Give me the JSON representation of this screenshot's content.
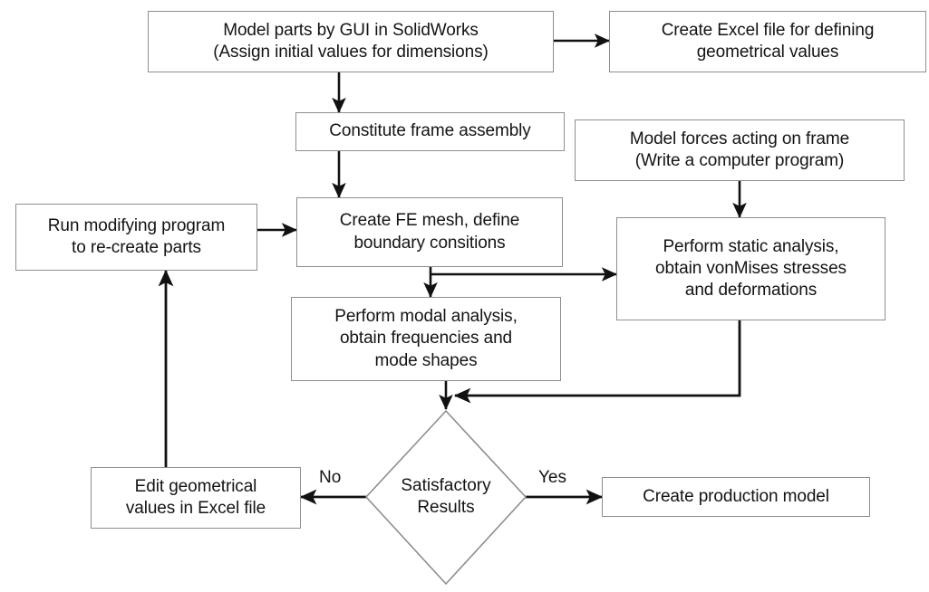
{
  "diagram": {
    "title": "FEA design iteration flowchart",
    "colors": {
      "box_border": "#8e8e8e",
      "wire": "#111111",
      "diamond_border": "#8e8e8e",
      "text": "#141414",
      "background": "#ffffff"
    },
    "nodes": [
      {
        "id": "model-parts",
        "label": "Model parts by GUI in SolidWorks\n(Assign initial values for dimensions)",
        "shape": "rect"
      },
      {
        "id": "create-excel",
        "label": "Create Excel file for defining\ngeometrical values",
        "shape": "rect"
      },
      {
        "id": "constitute-frame",
        "label": "Constitute frame  assembly",
        "shape": "rect"
      },
      {
        "id": "model-forces",
        "label": "Model forces acting on frame\n(Write a computer program)",
        "shape": "rect"
      },
      {
        "id": "run-modifying",
        "label": "Run modifying program\nto re-create parts",
        "shape": "rect"
      },
      {
        "id": "create-fe-mesh",
        "label": "Create FE mesh, define\nboundary consitions",
        "shape": "rect"
      },
      {
        "id": "static-analysis",
        "label": "Perform static analysis,\nobtain vonMises stresses\nand deformations",
        "shape": "rect"
      },
      {
        "id": "modal-analysis",
        "label": "Perform modal analysis,\nobtain frequencies and\nmode shapes",
        "shape": "rect"
      },
      {
        "id": "edit-geometrical",
        "label": "Edit geometrical\nvalues in Excel file",
        "shape": "rect"
      },
      {
        "id": "satisfactory-results",
        "label": "Satisfactory\nResults",
        "shape": "diamond"
      },
      {
        "id": "production-model",
        "label": "Create production model",
        "shape": "rect"
      }
    ],
    "edge_labels": [
      {
        "id": "no-label",
        "label": "No"
      },
      {
        "id": "yes-label",
        "label": "Yes"
      }
    ]
  }
}
